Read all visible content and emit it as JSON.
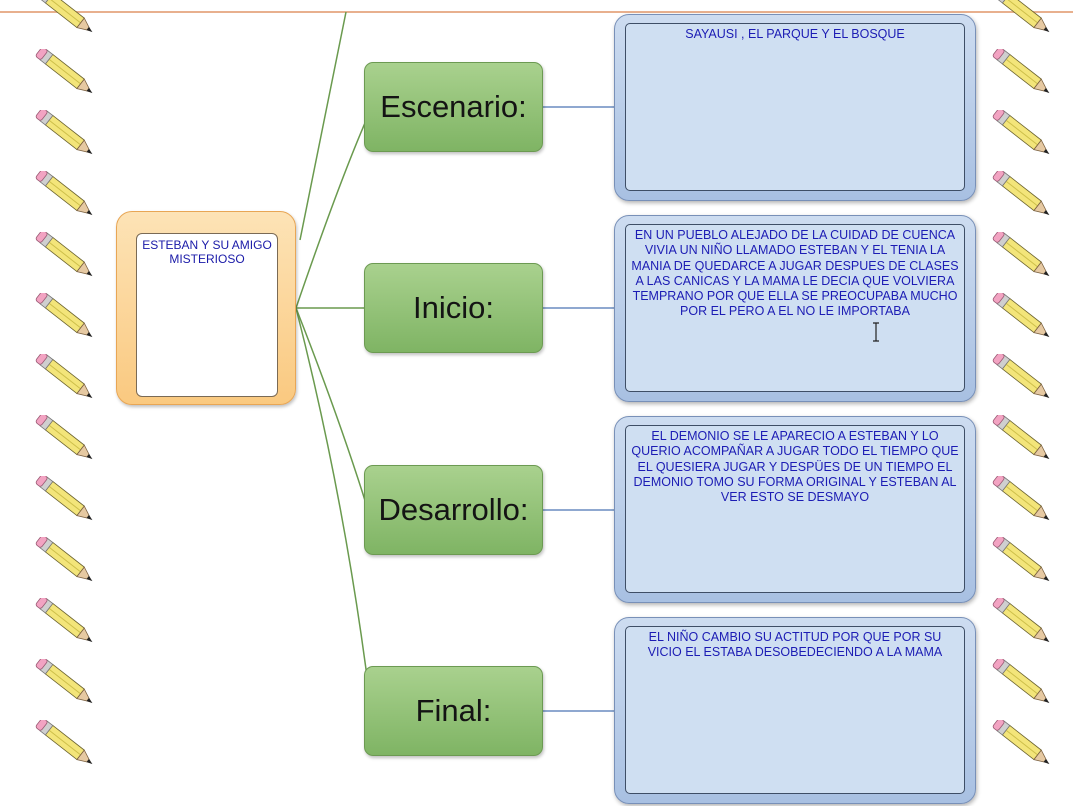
{
  "story_title": "ESTEBAN Y SU AMIGO MISTERIOSO",
  "sections": [
    {
      "label": "Escenario:",
      "text": "SAYAUSI , EL PARQUE Y EL BOSQUE"
    },
    {
      "label": "Inicio:",
      "text": "EN UN PUEBLO ALEJADO DE LA CUIDAD DE CUENCA VIVIA UN  NIÑO LLAMADO ESTEBAN Y EL TENIA LA MANIA DE QUEDARCE  A JUGAR DESPUES DE CLASES A LAS CANICAS Y LA MAMA LE DECIA QUE VOLVIERA TEMPRANO POR QUE ELLA SE PREOCUPABA MUCHO POR EL PERO A EL NO LE IMPORTABA"
    },
    {
      "label": "Desarrollo:",
      "text": "EL DEMONIO SE LE APARECIO A ESTEBAN Y LO QUERIO ACOMPAÑAR A JUGAR TODO EL TIEMPO QUE EL QUESIERA JUGAR Y DESPÜES DE UN TIEMPO EL DEMONIO TOMO SU FORMA ORIGINAL Y ESTEBAN AL VER ESTO SE DESMAYO"
    },
    {
      "label": "Final:",
      "text": "EL NIÑO CAMBIO SU ACTITUD  POR QUE POR SU VICIO EL ESTABA DESOBEDECIENDO A LA MAMA"
    }
  ],
  "colors": {
    "story_fill": "#fbd79a",
    "label_fill": "#8fc172",
    "content_fill": "#bcd0ea",
    "connector_green": "#6a9a4e",
    "connector_blue": "#6a8cc0",
    "text_blue": "#1c1cb4"
  },
  "decorations": {
    "border_icon": "pencil-icon",
    "cursor_icon": "text-cursor-icon"
  }
}
